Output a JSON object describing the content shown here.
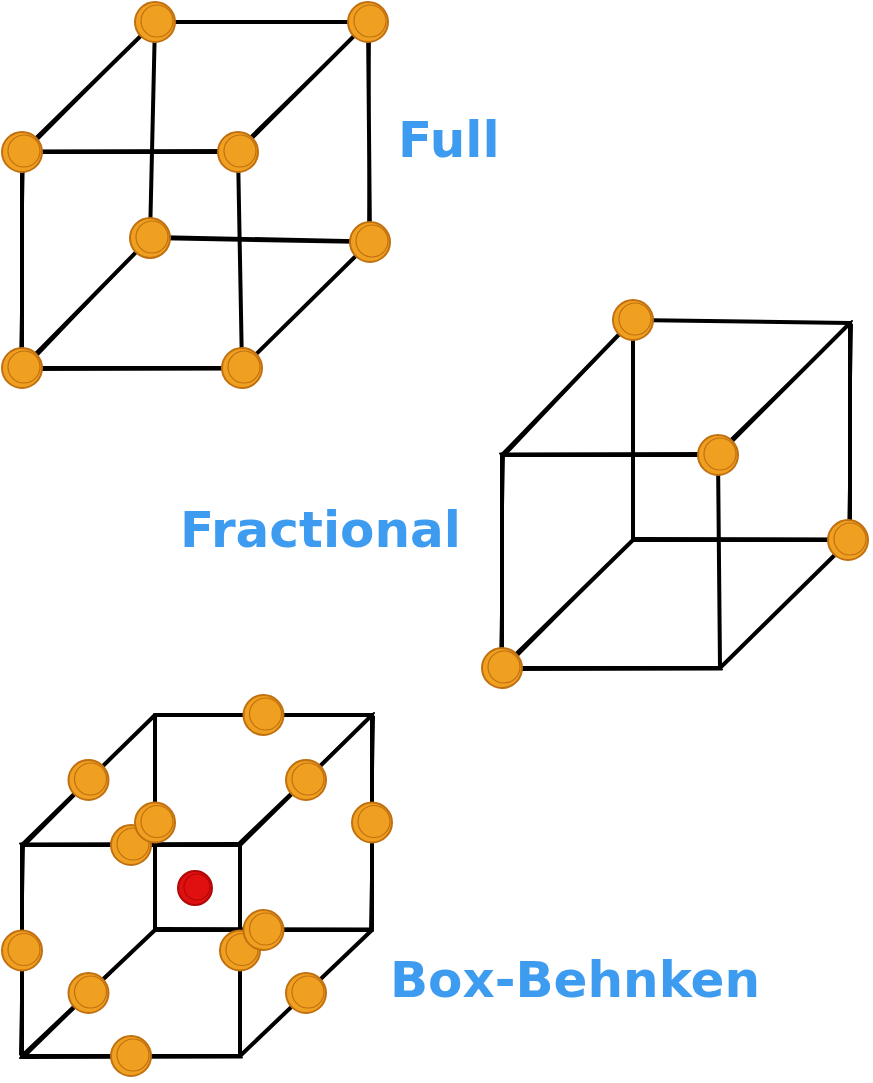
{
  "diagram": {
    "labels": [
      "Full",
      "Fractional",
      "Box-Behnken"
    ]
  }
}
